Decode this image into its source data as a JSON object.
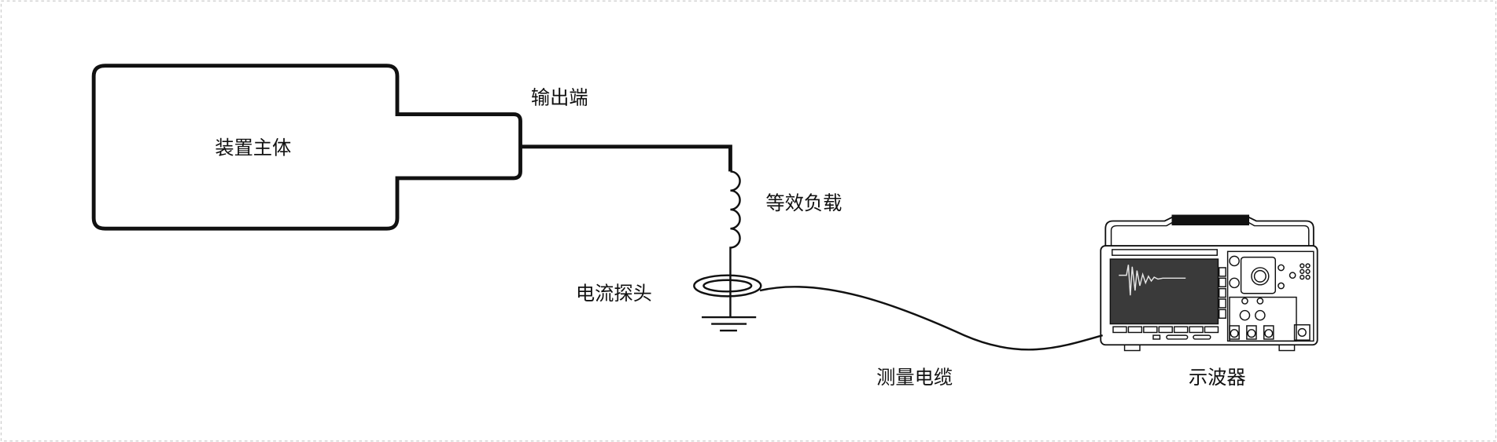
{
  "labels": {
    "device_body": "装置主体",
    "output_terminal": "输出端",
    "equivalent_load": "等效负载",
    "current_probe": "电流探头",
    "measurement_cable": "测量电缆",
    "oscilloscope": "示波器"
  },
  "colors": {
    "line": "#111111",
    "screen": "#3a3a3a",
    "waveform": "#e6e6e6",
    "border": "#cccccc"
  }
}
